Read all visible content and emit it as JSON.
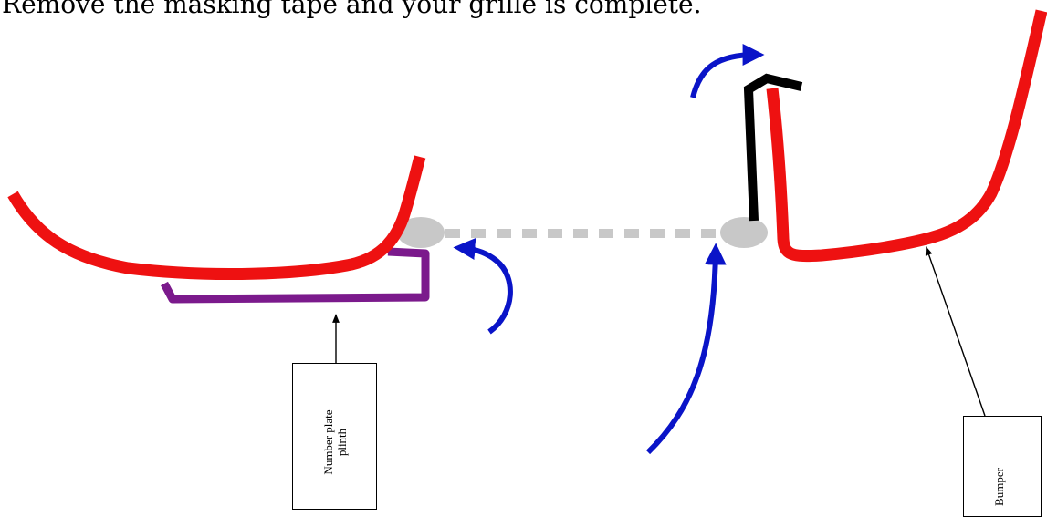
{
  "caption": "Remove the masking tape and your grille is complete.",
  "labels": {
    "number_plate_plinth": "Number plate\nplinth",
    "bumper": "Bumper"
  },
  "colors": {
    "bumper_profile": "#ee1111",
    "plinth_bracket": "#7b1a8c",
    "grille_clip": "#000000",
    "arrows": "#0a14c8",
    "masking_tape": "#c8c8c8"
  }
}
